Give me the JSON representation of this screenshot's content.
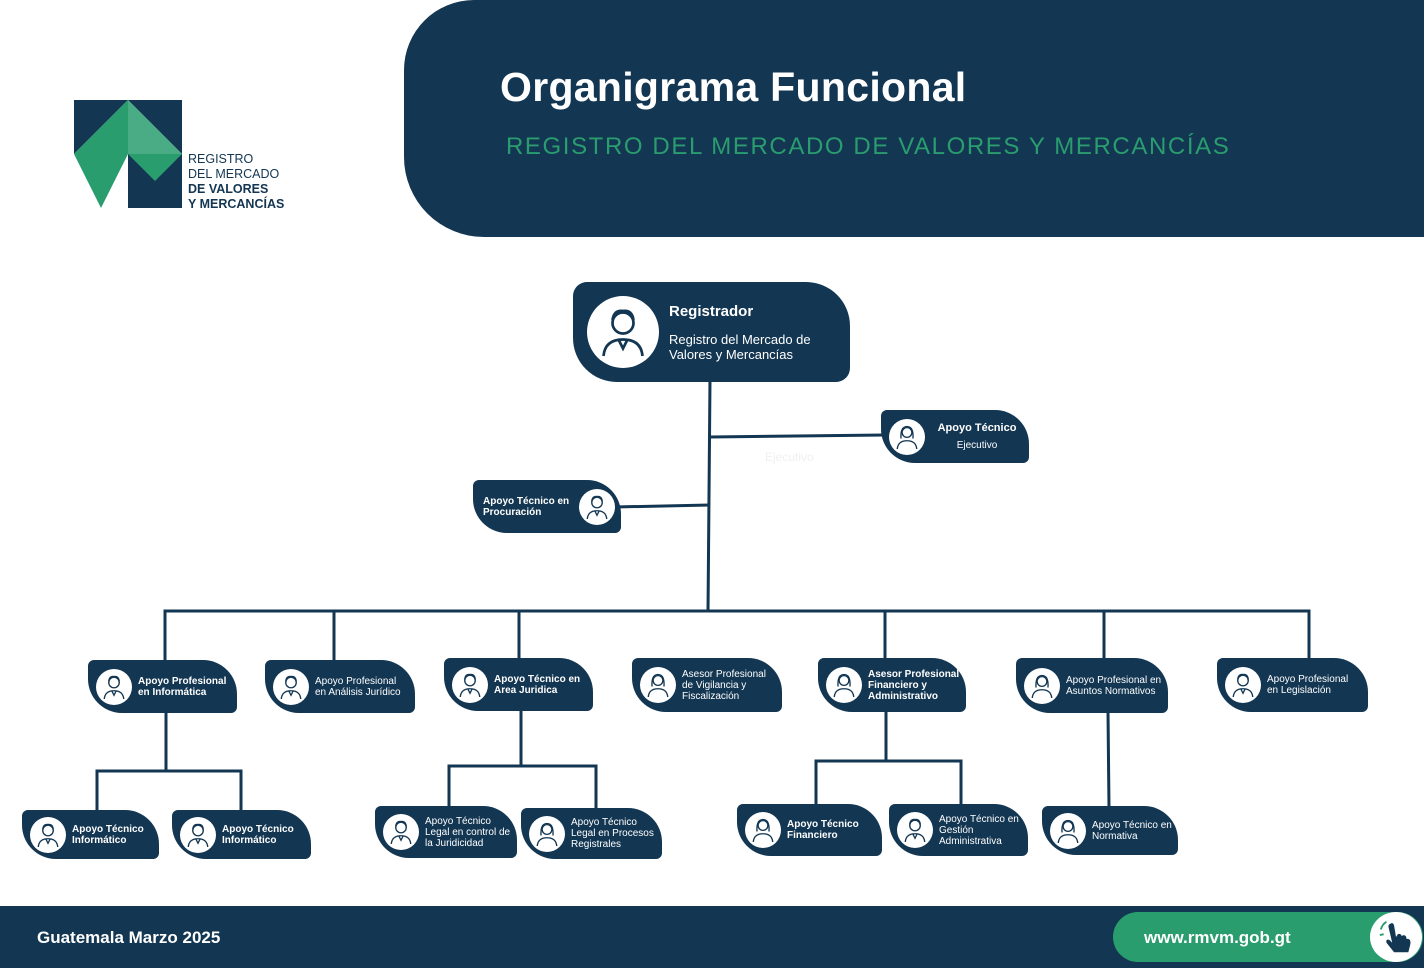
{
  "header": {
    "title": "Organigrama Funcional",
    "subtitle": "REGISTRO DEL MERCADO DE VALORES Y MERCANCÍAS"
  },
  "logo": {
    "line1": "REGISTRO",
    "line2": "DEL MERCADO",
    "line3": "DE VALORES",
    "line4": "Y MERCANCÍAS"
  },
  "root": {
    "title": "Registrador",
    "subtitle": "Registro del Mercado de Valores y Mercancías"
  },
  "nodes": {
    "ejecutivo": {
      "title": "Apoyo Técnico",
      "sub": "Ejecutivo"
    },
    "procuracion": "Apoyo Técnico en Procuración",
    "informatica": "Apoyo Profesional en Informática",
    "analisis_juridico": "Apoyo Profesional en Análisis Jurídico",
    "area_juridica": "Apoyo Técnico en Area Juridica",
    "vigilancia": "Asesor Profesional de Vigilancia y Fiscalización",
    "financiero_admin": "Asesor Profesional Financiero y Administrativo",
    "asuntos_normativos": "Apoyo Profesional en Asuntos Normativos",
    "legislacion": "Apoyo Profesional en Legislación",
    "tec_informatico_1": "Apoyo Técnico Informático",
    "tec_informatico_2": "Apoyo Técnico Informático",
    "legal_juridicidad": "Apoyo Técnico Legal en control de la Juridicidad",
    "legal_registrales": "Apoyo Técnico Legal en Procesos Registrales",
    "tec_financiero": "Apoyo Técnico Financiero",
    "gestion_admin": "Apoyo Técnico en Gestión Administrativa",
    "normativa": "Apoyo Técnico en Normativa"
  },
  "ghost_text": "Ejecutivo",
  "footer": {
    "location_date": "Guatemala Marzo 2025",
    "url": "www.rmvm.gob.gt"
  },
  "colors": {
    "navy": "#133652",
    "green": "#2a9d6e"
  }
}
